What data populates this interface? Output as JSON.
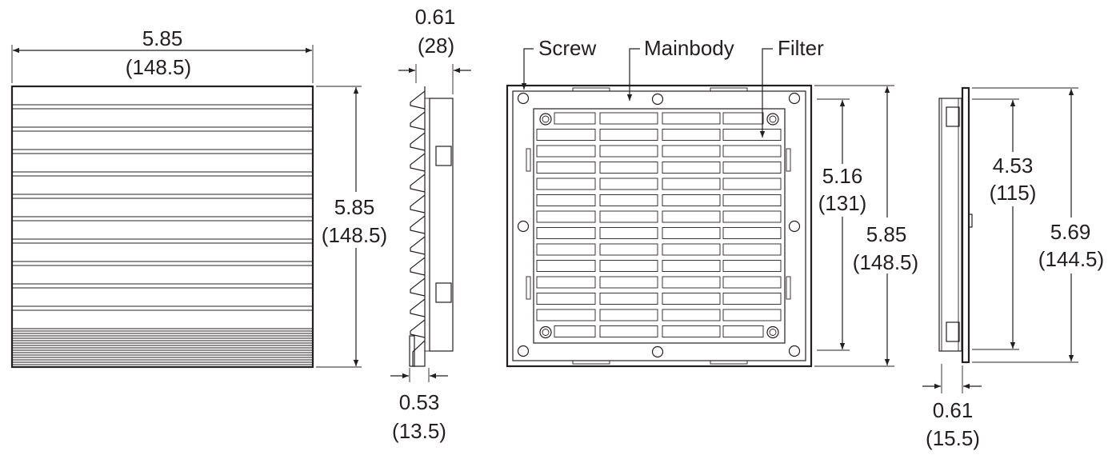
{
  "front_view": {
    "width_dim": {
      "in": "5.85",
      "mm": "(148.5)"
    },
    "height_dim": {
      "in": "5.85",
      "mm": "(148.5)"
    }
  },
  "side_view": {
    "depth_top_dim": {
      "in": "0.61",
      "mm": "(28)"
    },
    "depth_bottom_dim": {
      "in": "0.53",
      "mm": "(13.5)"
    }
  },
  "rear_view": {
    "labels": {
      "screw": "Screw",
      "mainbody": "Mainbody",
      "filter": "Filter"
    },
    "inner_height_dim": {
      "in": "5.16",
      "mm": "(131)"
    },
    "outer_height_dim": {
      "in": "5.85",
      "mm": "(148.5)"
    }
  },
  "section_view": {
    "cutout_dim": {
      "in": "4.53",
      "mm": "(115)"
    },
    "height_dim": {
      "in": "5.69",
      "mm": "(144.5)"
    },
    "depth_dim": {
      "in": "0.61",
      "mm": "(15.5)"
    }
  }
}
